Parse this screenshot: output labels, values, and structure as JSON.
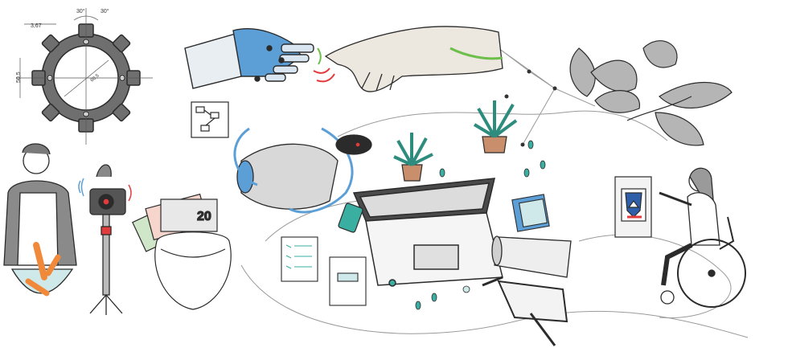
{
  "gear": {
    "dim_left": "3,67",
    "dim_vertical": "50,5",
    "angle_1": "30°",
    "angle_2": "30°",
    "dim_center": "60,5"
  },
  "banknote": {
    "value": "20"
  },
  "colors": {
    "ink": "#2b2b2b",
    "skin": "#ece7df",
    "robot_blue": "#5c9fd6",
    "carrot": "#f08a3a",
    "teal": "#3aaea0",
    "green": "#6bbf4a",
    "plant": "#2e8c7e",
    "red": "#e23b3b",
    "flag_blue": "#2f5fa8"
  }
}
